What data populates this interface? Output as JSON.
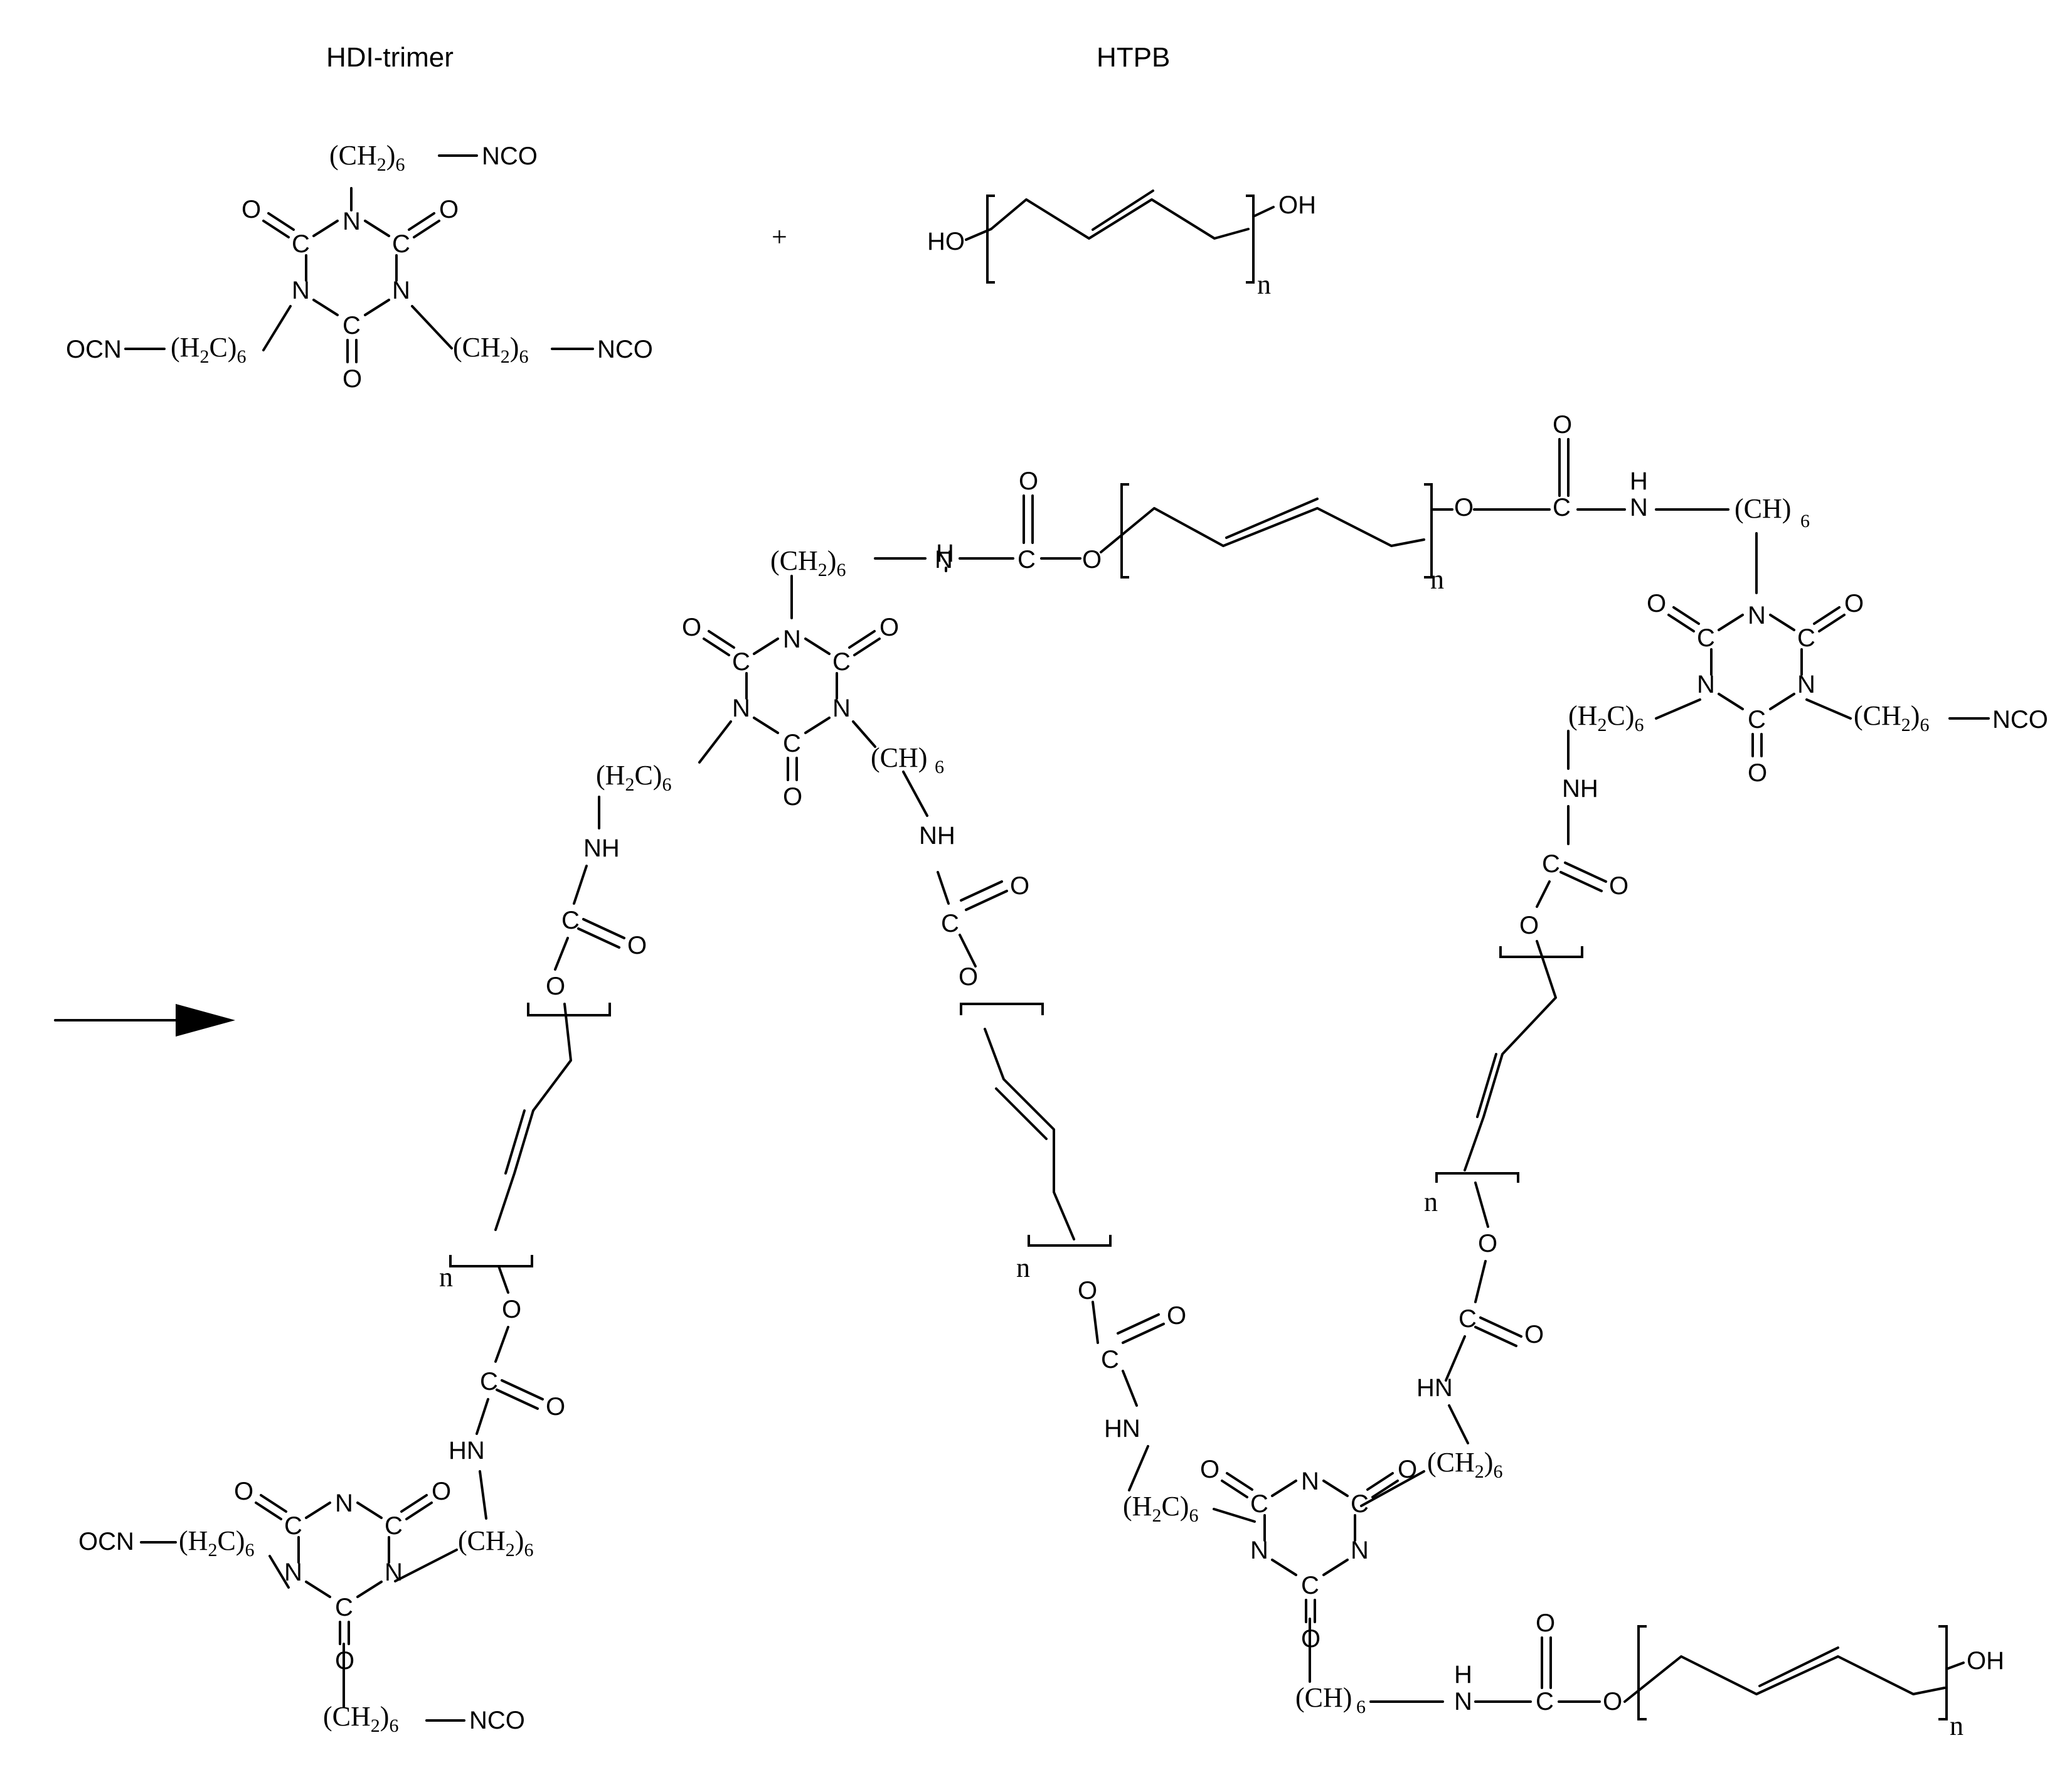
{
  "reactants": {
    "hdi_title": "HDI-trimer",
    "htpb_title": "HTPB",
    "plus": "+"
  },
  "atoms": {
    "N": "N",
    "C": "C",
    "O": "O",
    "NH": "NH",
    "H": "H",
    "HN": "HN",
    "NCO": "NCO",
    "OCN": "OCN",
    "HO": "HO",
    "OH": "OH",
    "n": "n"
  },
  "groups": {
    "ch2": "CH",
    "h2c": "H",
    "c": "C",
    "ch": "(CH)",
    "sub2": "2",
    "sub6": "6",
    "open": "(",
    "close": ")"
  },
  "colors": {
    "ink": "#000000",
    "background": "#ffffff"
  }
}
